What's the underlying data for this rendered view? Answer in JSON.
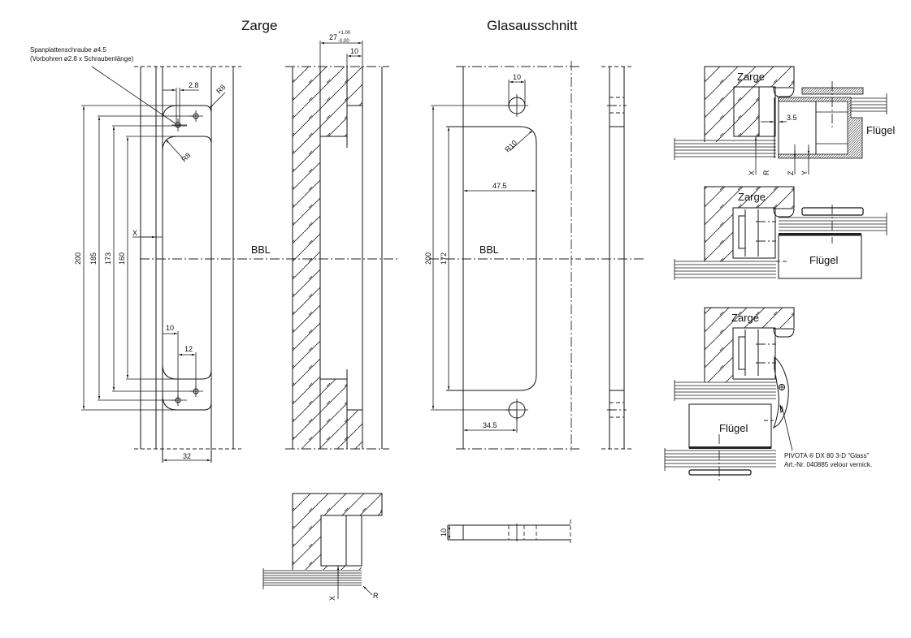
{
  "titles": {
    "zarge": "Zarge",
    "glasausschnitt": "Glasausschnitt"
  },
  "screw_note": {
    "line1": "Spanplattenschraube ø4.5",
    "line2": "(Vorbohren ø2.8 x Schraubenlänge)"
  },
  "zarge_view": {
    "dims": {
      "overall_height": "200",
      "hole_spacing": "185",
      "hole_spacing_2": "173",
      "pocket_height": "160",
      "width": "32",
      "pilot_hole": "2.8",
      "corner_radius_outer": "R8",
      "corner_radius_inner": "R8",
      "offset_x": "X",
      "hole_offset_10": "10",
      "hole_offset_12": "12"
    },
    "bbl_label": "BBL"
  },
  "zarge_section": {
    "depth_nominal": "27",
    "tol_upper": "+1.00",
    "tol_lower": "-0.00",
    "step": "10"
  },
  "glas_view": {
    "dims": {
      "overall_height": "200",
      "cutout_height": "172",
      "hole_diameter": "10",
      "cutout_width": "47.5",
      "corner_radius": "R10",
      "hole_offset": "34.5"
    },
    "bbl_label": "BBL"
  },
  "bottom_detail": {
    "x_label": "X",
    "r_label": "R"
  },
  "glass_edge": {
    "thickness": "10"
  },
  "detail_1": {
    "zarge_label": "Zarge",
    "fluegel_label": "Flügel",
    "gap": "3.5",
    "x": "X",
    "r": "R",
    "z": "Z",
    "y": "Y"
  },
  "detail_2": {
    "zarge_label": "Zarge",
    "fluegel_label": "Flügel"
  },
  "detail_3": {
    "zarge_label": "Zarge",
    "fluegel_label": "Flügel",
    "product_line1": "PIVOTA ® DX 80 3-D \"Glass\"",
    "product_line2": "Art.-Nr. 040885 velour vernick."
  }
}
